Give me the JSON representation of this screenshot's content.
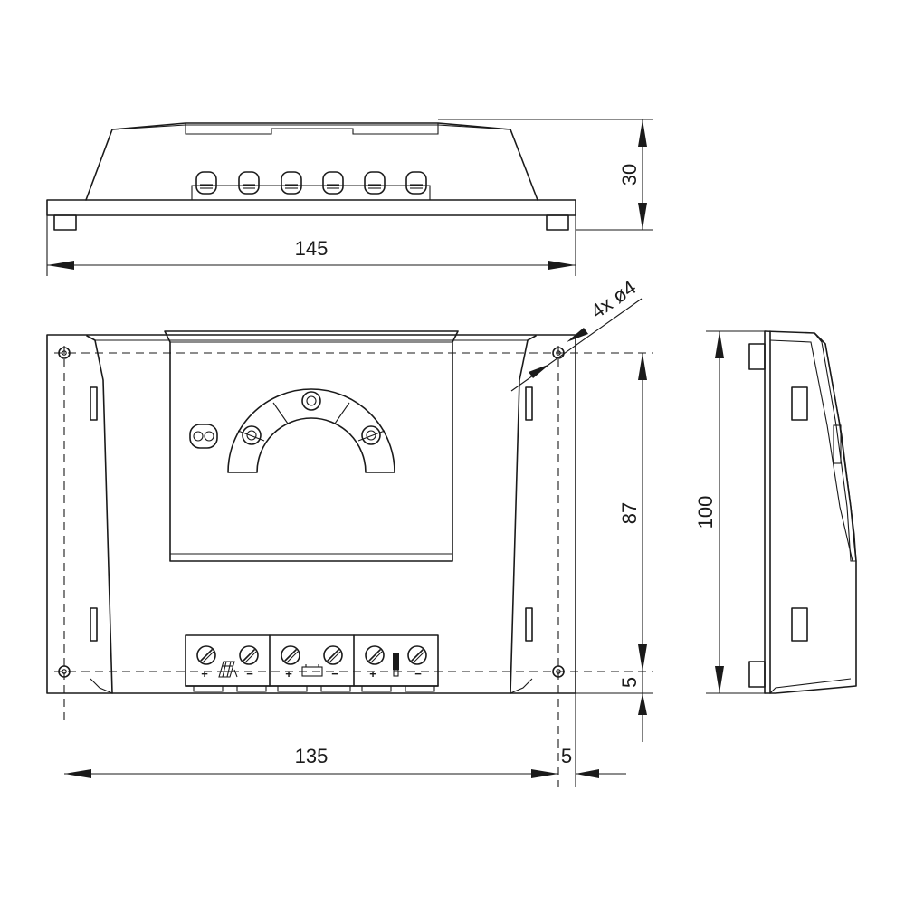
{
  "dimensions": {
    "total_width": "145",
    "height": "30",
    "hole_callout": "4x ø4",
    "hole_vertical_spacing": "87",
    "hole_edge_offset": "5",
    "hole_horizontal_spacing": "135",
    "side_offset": "5",
    "depth": "100"
  },
  "terminals": {
    "plus": "+",
    "minus": "−"
  }
}
